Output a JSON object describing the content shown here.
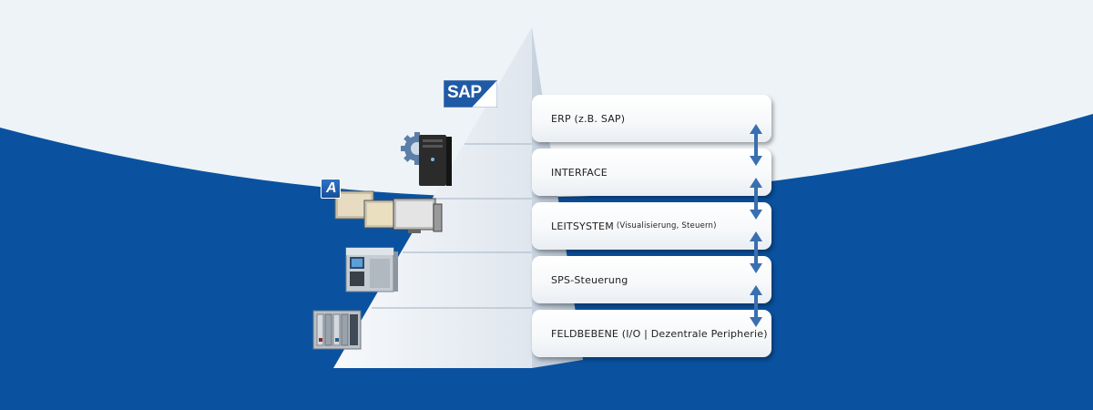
{
  "logo": {
    "text": "SAP"
  },
  "app_badge": {
    "letter": "A"
  },
  "layers": [
    {
      "label": "ERP (z.B. SAP)",
      "sub": ""
    },
    {
      "label": "INTERFACE",
      "sub": ""
    },
    {
      "label": "LEITSYSTEM",
      "sub": "(Visualisierung, Steuern)"
    },
    {
      "label": "SPS-Steuerung",
      "sub": ""
    },
    {
      "label": "FELDBEBENE (I/O | Dezentrale Peripherie)",
      "sub": ""
    }
  ],
  "colors": {
    "background_blue": "#0a52a0",
    "arrow_blue": "#3a6fb0",
    "pyramid": "#e3ebf3"
  }
}
